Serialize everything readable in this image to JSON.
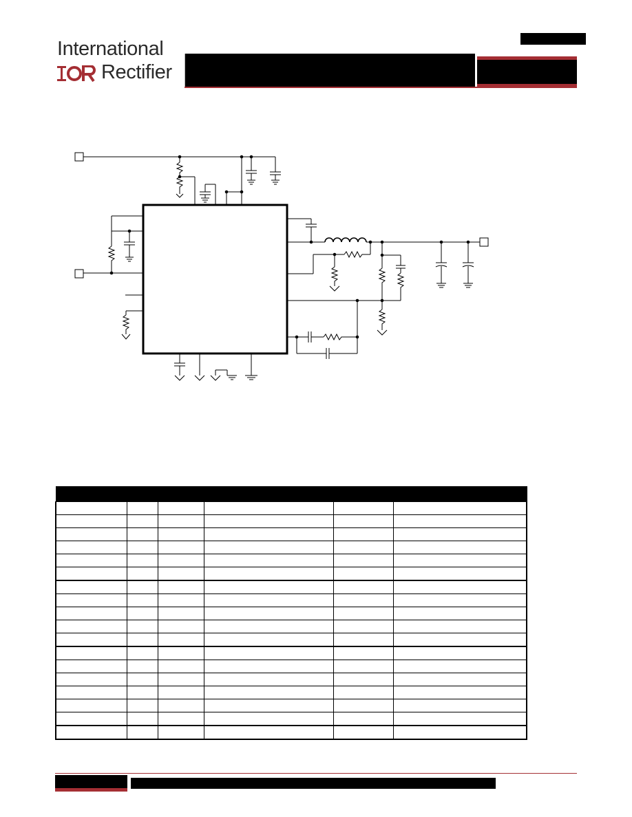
{
  "logo": {
    "line1": "International",
    "ior": "IOR",
    "line2": "Rectifier"
  },
  "colors": {
    "brand_red": "#a42e33",
    "black": "#000000"
  },
  "table": {
    "rows": 18,
    "cols": 6,
    "thick_after_rows": [
      6,
      11,
      17
    ]
  }
}
